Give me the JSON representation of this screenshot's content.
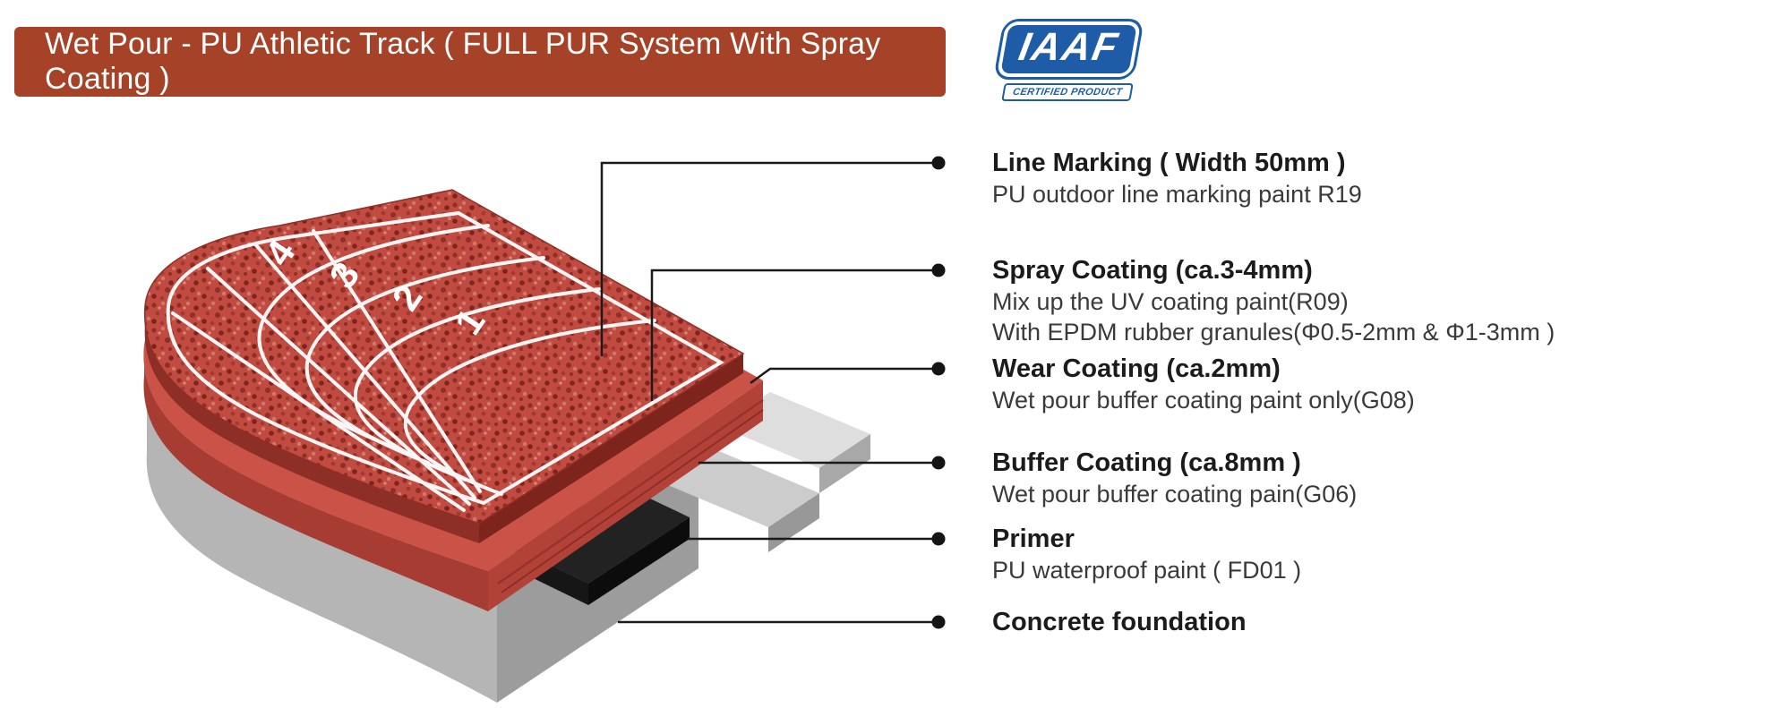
{
  "title": "Wet Pour - PU Athletic Track ( FULL PUR System With Spray Coating )",
  "badge": {
    "name": "IAAF",
    "subtitle": "CERTIFIED PRODUCT"
  },
  "lane_numbers": [
    "4",
    "3",
    "2",
    "1"
  ],
  "callouts": [
    {
      "heading": "Line Marking ( Width 50mm )",
      "lines": [
        "PU outdoor line marking paint R19"
      ]
    },
    {
      "heading": "Spray Coating (ca.3-4mm)",
      "lines": [
        "Mix up the UV coating paint(R09)",
        "With EPDM rubber granules(Φ0.5-2mm & Φ1-3mm )"
      ]
    },
    {
      "heading": "Wear Coating (ca.2mm)",
      "lines": [
        "Wet pour buffer coating paint only(G08)"
      ]
    },
    {
      "heading": "Buffer Coating (ca.8mm )",
      "lines": [
        "Wet pour buffer coating pain(G06)"
      ]
    },
    {
      "heading": "Primer",
      "lines": [
        "PU waterproof paint ( FD01 )"
      ]
    },
    {
      "heading": "Concrete foundation",
      "lines": []
    }
  ],
  "colors": {
    "banner": "#A64227",
    "badge_blue": "#1E5CA8",
    "track_red": "#C14B41",
    "track_red_dark": "#8E2F27",
    "layer_red": "#CB5247",
    "concrete_gray": "#D8D8D8",
    "primer_black": "#1A1A1A",
    "line_white": "#FFFFFF"
  }
}
